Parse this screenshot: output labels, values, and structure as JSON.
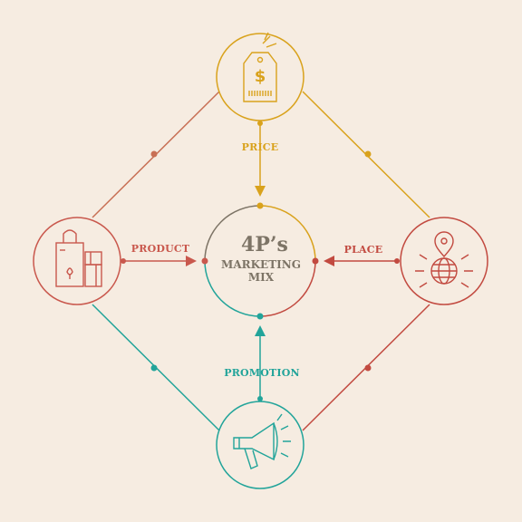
{
  "center": {
    "title": "4P’s",
    "subtitle_line1": "MARKETING",
    "subtitle_line2": "MIX"
  },
  "nodes": {
    "price": {
      "label": "PRICE",
      "icon": "price-tag-icon"
    },
    "product": {
      "label": "PRODUCT",
      "icon": "shopping-bag-box-icon"
    },
    "place": {
      "label": "PLACE",
      "icon": "globe-location-pin-icon"
    },
    "promotion": {
      "label": "PROMOTION",
      "icon": "megaphone-icon"
    }
  },
  "colors": {
    "background": "#f6ece1",
    "price": "#d9a21c",
    "product": "#c9584d",
    "place": "#c24a40",
    "promotion": "#22a49a",
    "center_title": "#7d7466",
    "edge_top_left": "#c87055",
    "edge_top_right": "#d9a21c",
    "edge_bottom_left": "#22a49a",
    "edge_bottom_right": "#c24a40"
  }
}
